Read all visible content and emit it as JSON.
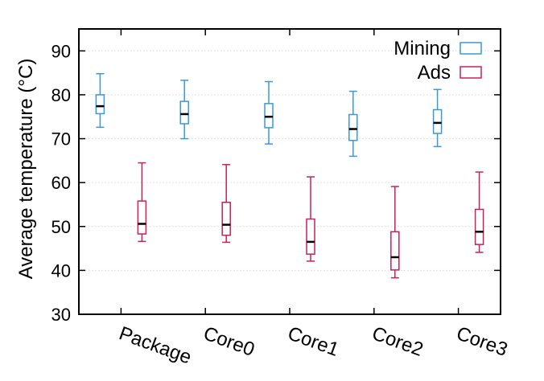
{
  "chart_data": {
    "type": "boxplot",
    "categories": [
      "Package",
      "Core0",
      "Core1",
      "Core2",
      "Core3"
    ],
    "ylabel": "Average temperature (°C)",
    "xlabel": "",
    "ylim": [
      30,
      95
    ],
    "yticks": [
      30,
      40,
      50,
      60,
      70,
      80,
      90
    ],
    "grid": true,
    "legend_position": "top-right",
    "series": [
      {
        "name": "Mining",
        "color": "#3a98d8",
        "boxes": [
          {
            "min": 72.6,
            "q1": 75.7,
            "median": 77.4,
            "q3": 80.0,
            "max": 84.8
          },
          {
            "min": 70.0,
            "q1": 73.4,
            "median": 75.6,
            "q3": 78.5,
            "max": 83.3
          },
          {
            "min": 68.8,
            "q1": 72.5,
            "median": 75.0,
            "q3": 78.0,
            "max": 83.0
          },
          {
            "min": 66.0,
            "q1": 69.6,
            "median": 72.2,
            "q3": 75.5,
            "max": 80.8
          },
          {
            "min": 68.2,
            "q1": 71.2,
            "median": 73.6,
            "q3": 76.6,
            "max": 81.2
          }
        ]
      },
      {
        "name": "Ads",
        "color": "#c8205a",
        "boxes": [
          {
            "min": 46.6,
            "q1": 48.3,
            "median": 50.6,
            "q3": 55.8,
            "max": 64.5
          },
          {
            "min": 46.4,
            "q1": 48.0,
            "median": 50.4,
            "q3": 55.5,
            "max": 64.1
          },
          {
            "min": 42.1,
            "q1": 43.7,
            "median": 46.5,
            "q3": 51.7,
            "max": 61.3
          },
          {
            "min": 38.3,
            "q1": 40.1,
            "median": 43.0,
            "q3": 48.8,
            "max": 59.1
          },
          {
            "min": 44.1,
            "q1": 45.9,
            "median": 48.8,
            "q3": 53.9,
            "max": 62.4
          }
        ]
      }
    ]
  }
}
